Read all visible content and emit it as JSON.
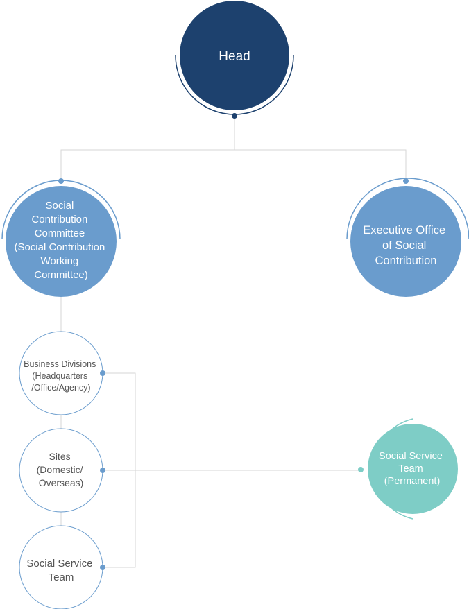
{
  "nodes": {
    "head": {
      "lines": [
        "Head"
      ]
    },
    "committee": {
      "lines": [
        "Social",
        "Contribution",
        "Committee",
        "(Social Contribution",
        "Working",
        "Committee)"
      ]
    },
    "executive": {
      "lines": [
        "Executive Office",
        "of Social",
        "Contribution"
      ]
    },
    "business": {
      "lines": [
        "Business Divisions",
        "(Headquarters",
        "/Office/Agency)"
      ]
    },
    "sites": {
      "lines": [
        "Sites",
        "(Domestic/",
        "Overseas)"
      ]
    },
    "service_team": {
      "lines": [
        "Social Service",
        "Team"
      ]
    },
    "permanent_team": {
      "lines": [
        "Social Service",
        "Team",
        "(Permanent)"
      ]
    }
  },
  "colors": {
    "navy": "#1d416e",
    "blue": "#6a9ccd",
    "teal": "#7ecdc6",
    "line": "#d6d6d6",
    "outline": "#6a9ccd",
    "text_dark": "#555555",
    "text_light": "#ffffff"
  }
}
